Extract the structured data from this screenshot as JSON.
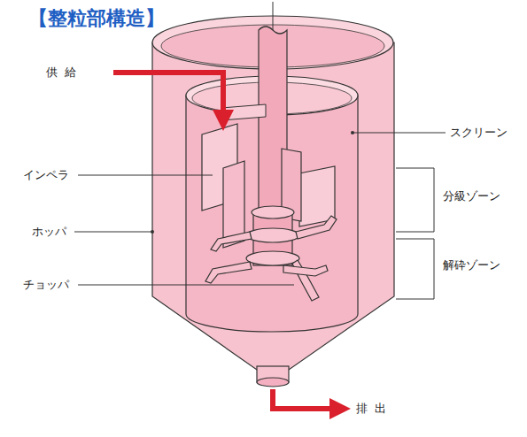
{
  "diagram": {
    "title": "【整粒部構造】",
    "labels": [
      "供給",
      "スクリーン",
      "インペラ",
      "分級ゾーン",
      "ホッパ",
      "解砕ゾーン",
      "チョッパ",
      "排出"
    ]
  }
}
